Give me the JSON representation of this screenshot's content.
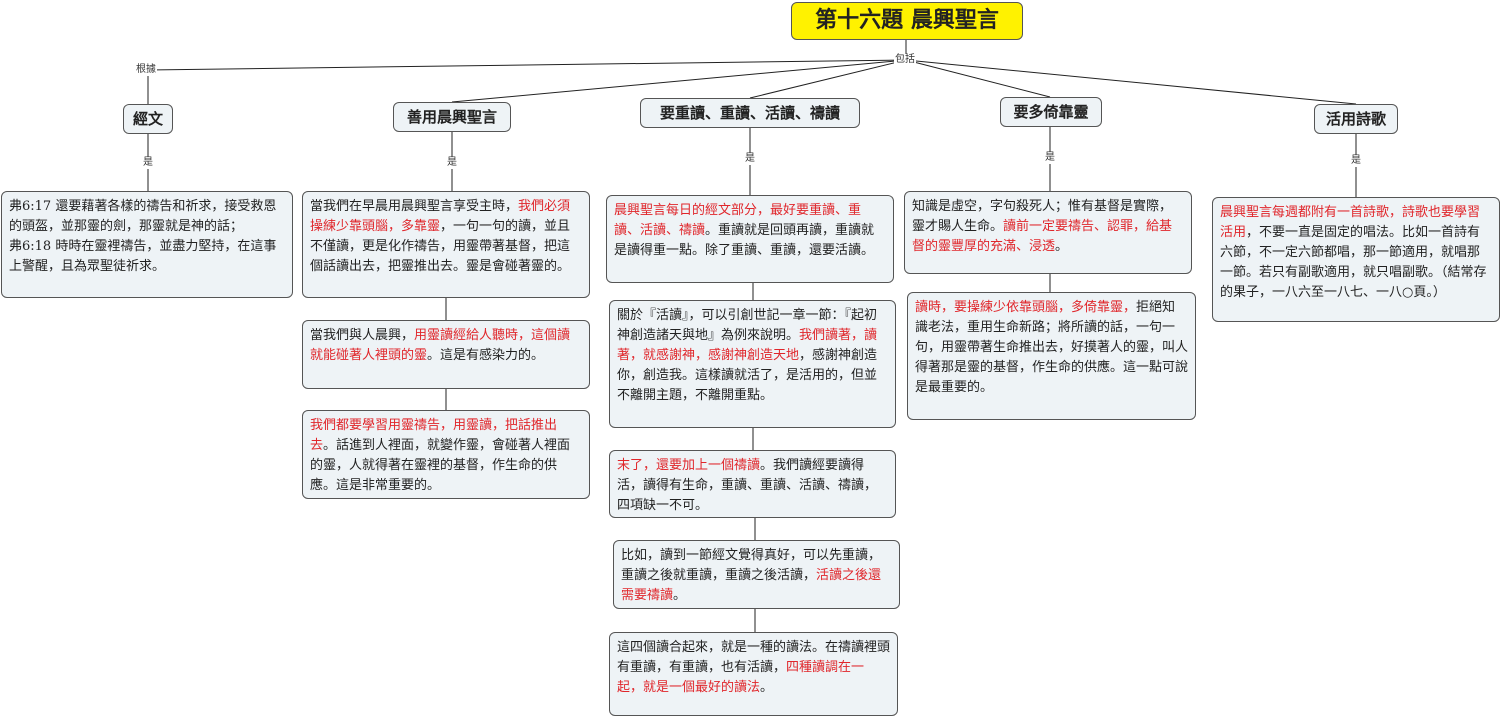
{
  "title": "第十六題  晨興聖言",
  "relations": {
    "root_left": "根據",
    "root_right": "包括",
    "is_label": "是"
  },
  "colors": {
    "title_bg": "#fff200",
    "box_bg": "#eef3f6",
    "highlight": "#e0262b"
  },
  "topics": {
    "t1": "經文",
    "t2": "善用晨興聖言",
    "t3": "要重讀、重讀、活讀、禱讀",
    "t4": "要多倚靠靈",
    "t5": "活用詩歌"
  },
  "boxes": {
    "b1": [
      {
        "text": "弗6:17  還要藉著各樣的禱告和祈求，接受救恩的頭盔，並那靈的劍，那靈就是神的話；",
        "red": false
      },
      {
        "text": "\n弗6:18  時時在靈裡禱告，並盡力堅持，在這事上警醒，且為眾聖徒祈求。",
        "red": false
      }
    ],
    "b2a": [
      {
        "text": "當我們在早晨用晨興聖言享受主時，",
        "red": false
      },
      {
        "text": "我們必須操練少靠頭腦，多靠靈",
        "red": true
      },
      {
        "text": "，一句一句的讀，並且不僅讀，更是化作禱告，用靈帶著基督，把這個話讀出去，把靈推出去。靈是會碰著靈的。",
        "red": false
      }
    ],
    "b2b": [
      {
        "text": "當我們與人晨興，",
        "red": false
      },
      {
        "text": "用靈讀經給人聽時，這個讀就能碰著人裡頭的靈",
        "red": true
      },
      {
        "text": "。這是有感染力的。",
        "red": false
      }
    ],
    "b2c": [
      {
        "text": "我們都要學習用靈禱告，用靈讀，把話推出去",
        "red": true
      },
      {
        "text": "。話進到人裡面，就變作靈，會碰著人裡面的靈，人就得著在靈裡的基督，作生命的供應。這是非常重要的。",
        "red": false
      }
    ],
    "b3a": [
      {
        "text": "晨興聖言每日的經文部分，最好要重讀、重讀、活讀、禱讀",
        "red": true
      },
      {
        "text": "。重讀就是回頭再讀，重讀就是讀得重一點。除了重讀、重讀，還要活讀。",
        "red": false
      }
    ],
    "b3b": [
      {
        "text": "關於『活讀』，可以引創世記一章一節：『起初神創造諸天與地』為例來說明。",
        "red": false
      },
      {
        "text": "我們讀著，讀著，就感謝神，感謝神創造天地",
        "red": true
      },
      {
        "text": "，感謝神創造你，創造我。這樣讀就活了，是活用的，但並不離開主題，不離開重點。",
        "red": false
      }
    ],
    "b3c": [
      {
        "text": "末了，還要加上一個禱讀",
        "red": true
      },
      {
        "text": "。我們讀經要讀得活，讀得有生命，重讀、重讀、活讀、禱讀，四項缺一不可。",
        "red": false
      }
    ],
    "b3d": [
      {
        "text": "比如，讀到一節經文覺得真好，可以先重讀，重讀之後就重讀，重讀之後活讀，",
        "red": false
      },
      {
        "text": "活讀之後還需要禱讀",
        "red": true
      },
      {
        "text": "。",
        "red": false
      }
    ],
    "b3e": [
      {
        "text": "這四個讀合起來，就是一種的讀法。在禱讀裡頭有重讀，有重讀，也有活讀，",
        "red": false
      },
      {
        "text": "四種讀調在一起，就是一個最好的讀法",
        "red": true
      },
      {
        "text": "。",
        "red": false
      }
    ],
    "b4a": [
      {
        "text": "知識是虛空，字句殺死人；惟有基督是實際，靈才賜人生命。",
        "red": false
      },
      {
        "text": "讀前一定要禱告、認罪，給基督的靈豐厚的充滿、浸透",
        "red": true
      },
      {
        "text": "。",
        "red": false
      }
    ],
    "b4b": [
      {
        "text": "讀時，要操練少依靠頭腦，多倚靠靈，",
        "red": true
      },
      {
        "text": "拒絕知識老法，重用生命新路；將所讀的話，一句一句，用靈帶著生命推出去，好摸著人的靈，叫人得著那是靈的基督，作生命的供應。這一點可說是最重要的。",
        "red": false
      }
    ],
    "b5": [
      {
        "text": "晨興聖言每週都附有一首詩歌，詩歌也要學習活用",
        "red": true
      },
      {
        "text": "，不要一直是固定的唱法。比如一首詩有六節，不一定六節都唱，那一節適用，就唱那一節。若只有副歌適用，就只唱副歌。（結常存的果子，一八六至一八七、一八○頁。）",
        "red": false
      }
    ]
  }
}
